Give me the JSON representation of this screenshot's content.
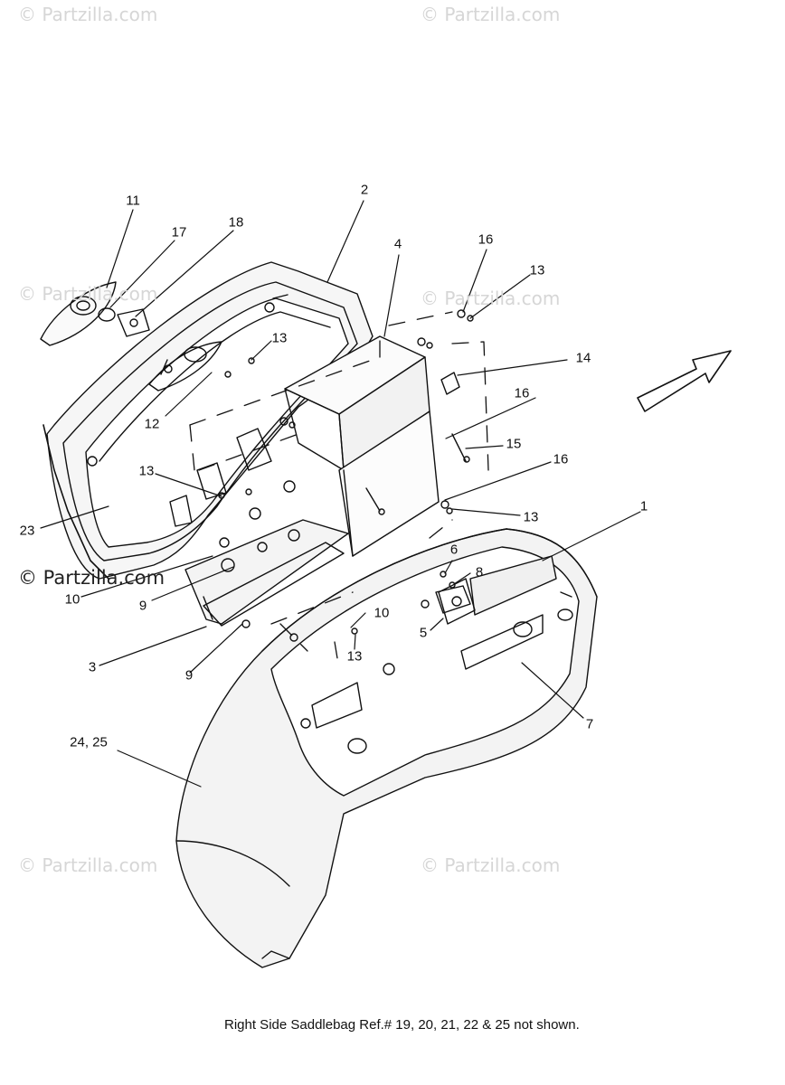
{
  "watermark": "© Partzilla.com",
  "watermark_prominent": "© Partzilla.com",
  "callouts": [
    "1",
    "2",
    "3",
    "4",
    "5",
    "6",
    "7",
    "8",
    "9",
    "9",
    "10",
    "10",
    "11",
    "12",
    "13",
    "13",
    "13",
    "13",
    "13",
    "14",
    "15",
    "16",
    "16",
    "16",
    "17",
    "18",
    "23",
    "24, 25"
  ],
  "footnote": "Right Side Saddlebag Ref.# 19, 20, 21, 22 & 25 not shown."
}
